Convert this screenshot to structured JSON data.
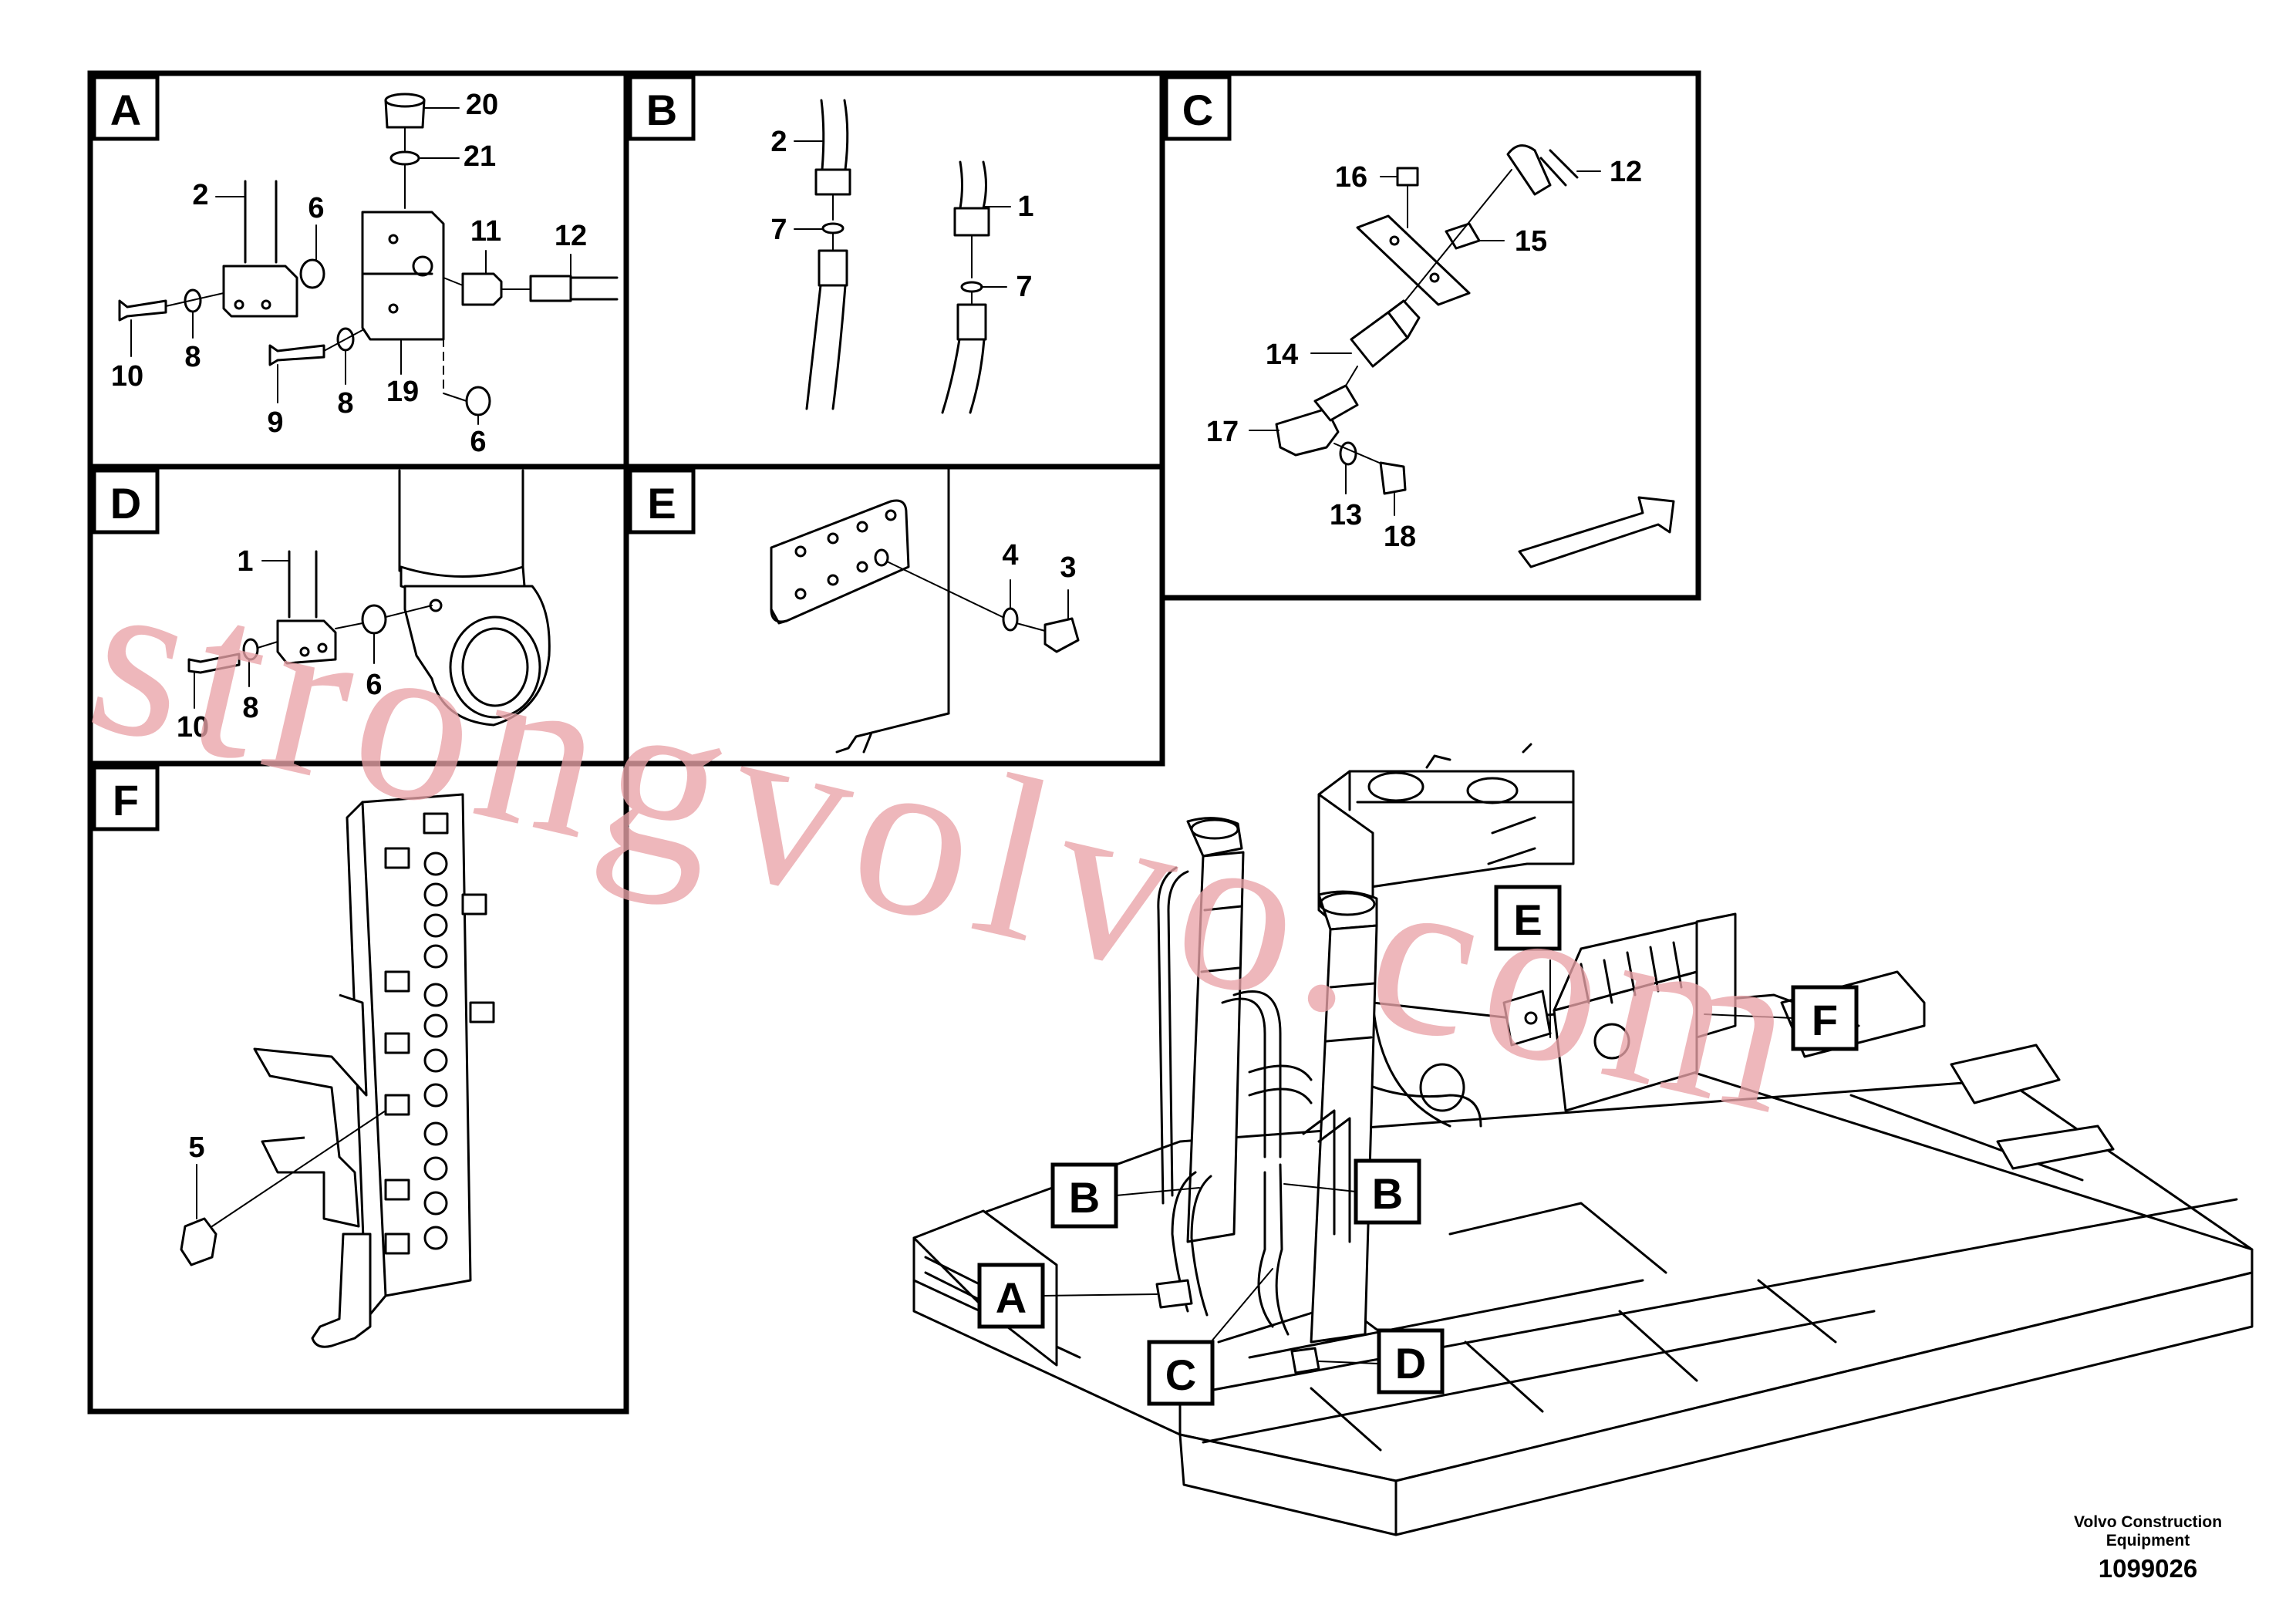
{
  "panels": {
    "A": {
      "letter": "A",
      "parts": [
        "20",
        "21",
        "2",
        "6",
        "11",
        "12",
        "10",
        "8",
        "9",
        "8",
        "19",
        "6"
      ]
    },
    "B": {
      "letter": "B",
      "parts": [
        "2",
        "7",
        "1",
        "7"
      ]
    },
    "C": {
      "letter": "C",
      "parts": [
        "16",
        "12",
        "15",
        "14",
        "17",
        "13",
        "18"
      ]
    },
    "D": {
      "letter": "D",
      "parts": [
        "1",
        "8",
        "10",
        "6"
      ]
    },
    "E": {
      "letter": "E",
      "parts": [
        "4",
        "3"
      ]
    },
    "F": {
      "letter": "F",
      "parts": [
        "5"
      ]
    }
  },
  "overview_callouts": [
    "E",
    "F",
    "B",
    "B",
    "A",
    "C",
    "D"
  ],
  "watermark": "strongvolvo.com",
  "brand": {
    "line1": "Volvo Construction",
    "line2": "Equipment"
  },
  "part_number": "1099026"
}
